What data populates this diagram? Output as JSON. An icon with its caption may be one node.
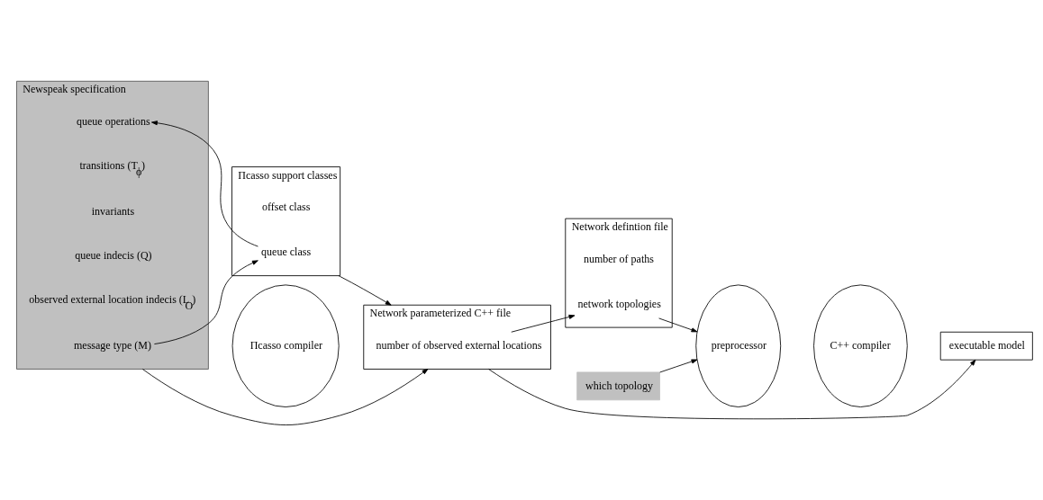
{
  "diagram": {
    "nodes": [
      {
        "text": [
          "Newspeak specification"
        ]
      },
      {
        "text": [
          "message type (M)"
        ],
        "in": 0
      },
      {
        "text": [
          "observed external location indecis (L$_{O}$)"
        ],
        "in": 0
      },
      {
        "text": [
          "queue indecis (Q)"
        ],
        "in": 0
      },
      {
        "text": [
          "invariants"
        ],
        "in": 0
      },
      {
        "text": [
          "transitions (T$_{ϕ}$)"
        ],
        "in": 0
      },
      {
        "text": [
          "queue operations"
        ],
        "in": 0
      },
      {
        "text": [
          "Πcasso support classes"
        ]
      },
      {
        "text": [
          "queue class"
        ],
        "in": 7
      },
      {
        "text": [
          "offset class"
        ],
        "in": 7
      },
      {
        "text": [
          "Πcasso compiler"
        ]
      },
      {
        "text": [
          "Network parameterized C++ file"
        ]
      },
      {
        "text": [
          "number of observed external locations"
        ],
        "in": 11
      },
      {
        "text": [
          "Network defintion file"
        ]
      },
      {
        "text": [
          "network topologies"
        ],
        "in": 13
      },
      {
        "text": [
          "number of paths"
        ],
        "in": 13
      },
      {
        "text": [
          "preprocessor"
        ]
      },
      {
        "text": [
          "C++ compiler"
        ]
      },
      {
        "text": [
          "executable model"
        ]
      },
      {
        "text": [
          "which topology"
        ]
      }
    ],
    "edges": [
      {
        "from": 1,
        "to": 8,
        "arrow": "to"
      },
      {
        "from": 8,
        "to": 6,
        "arrow": "to"
      },
      {
        "from": 0,
        "to": 11,
        "arrow": "to"
      },
      {
        "from": 7,
        "to": 11,
        "arrow": "to"
      },
      {
        "from": 12,
        "to": 14,
        "arrow": "to"
      },
      {
        "from": 11,
        "to": 18,
        "arrow": "to"
      },
      {
        "from": 14,
        "to": 16,
        "arrow": "to"
      },
      {
        "from": 19,
        "to": 16,
        "arrow": "to"
      }
    ]
  }
}
